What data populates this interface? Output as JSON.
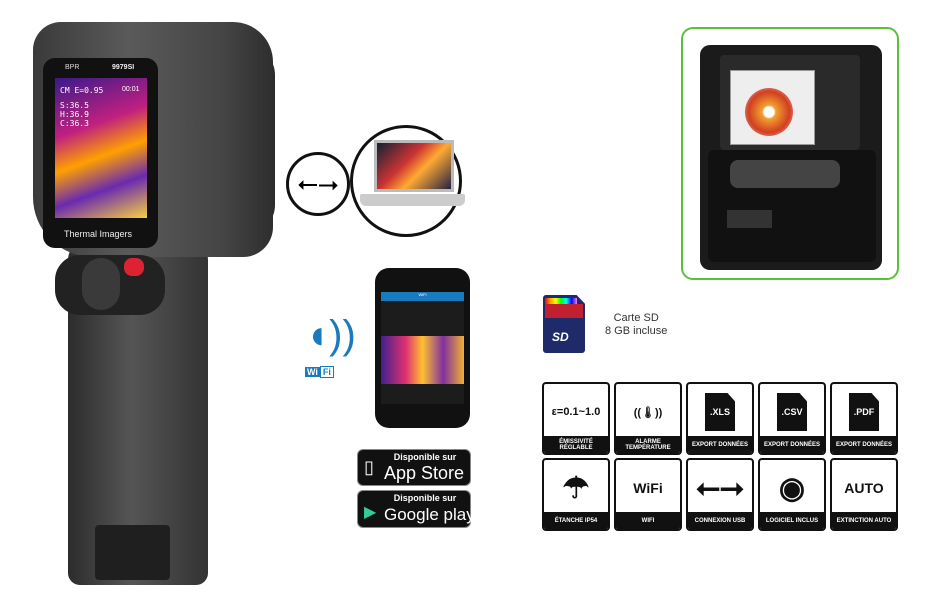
{
  "camera": {
    "brand": "BPR",
    "model": "9979SI",
    "label": "Thermal Imagers",
    "screen": {
      "emissivity": "CM E=0.95",
      "time": "00:01",
      "readings": [
        "S:36.5",
        "H:36.9",
        "C:36.3"
      ]
    }
  },
  "usb_icon": "usb-icon",
  "phone_app": {
    "title": "WiFi"
  },
  "wifi_label": [
    "Wi",
    "Fi"
  ],
  "app_store": {
    "top": "Disponible sur",
    "name": "App Store"
  },
  "google_play": {
    "top": "Disponible sur",
    "name": "Google play"
  },
  "sd_card": {
    "logo": "SD",
    "line1": "Carte SD",
    "line2": "8 GB incluse"
  },
  "accent_color": "#5cbf3a",
  "features": [
    {
      "icon": "emissivity-icon",
      "glyph": "ε=0.1~1.0",
      "label": "ÉMISSIVITÉ RÉGLABLE"
    },
    {
      "icon": "thermometer-alarm-icon",
      "glyph": "((🌡))",
      "label": "ALARME TEMPÉRATURE"
    },
    {
      "icon": "file-xls-icon",
      "glyph": ".XLS",
      "label": "EXPORT DONNÉES"
    },
    {
      "icon": "file-csv-icon",
      "glyph": ".CSV",
      "label": "EXPORT DONNÉES"
    },
    {
      "icon": "file-pdf-icon",
      "glyph": ".PDF",
      "label": "EXPORT DONNÉES"
    },
    {
      "icon": "rain-thermometer-icon",
      "glyph": "☂",
      "label": "ÉTANCHE IP54"
    },
    {
      "icon": "wifi-icon",
      "glyph": "WiFi",
      "label": "WIFI"
    },
    {
      "icon": "usb-icon",
      "glyph": "⭠⭢",
      "label": "CONNEXION USB"
    },
    {
      "icon": "cd-icon",
      "glyph": "◉",
      "label": "LOGICIEL INCLUS"
    },
    {
      "icon": "power-auto-icon",
      "glyph": "AUTO",
      "label": "EXTINCTION AUTO"
    }
  ]
}
